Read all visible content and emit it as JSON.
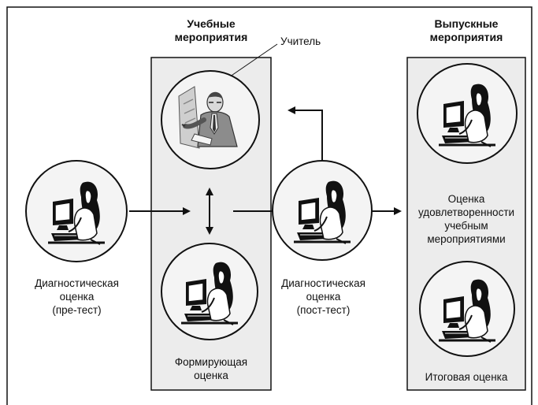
{
  "columns": {
    "learning": {
      "title_line1": "Учебные",
      "title_line2": "мероприятия"
    },
    "final": {
      "title_line1": "Выпускные",
      "title_line2": "мероприятия"
    }
  },
  "teacher_label": "Учитель",
  "nodes": {
    "diagnostic_pre": {
      "line1": "Диагностическая",
      "line2": "оценка",
      "line3": "(пре-тест)"
    },
    "formative": {
      "line1": "Формирующая",
      "line2": "оценка"
    },
    "diagnostic_post": {
      "line1": "Диагностическая",
      "line2": "оценка",
      "line3": "(пост-тест)"
    },
    "satisfaction": {
      "line1": "Оценка",
      "line2": "удовлетворенности",
      "line3": "учебным",
      "line4": "мероприятиями"
    },
    "final_assessment": {
      "line1": "Итоговая оценка"
    }
  },
  "icons": {
    "teacher": "teacher-at-board-icon",
    "learner": "learner-at-computer-icon"
  },
  "colors": {
    "panel_fill": "#ececec",
    "circle_fill": "#f4f4f4",
    "stroke": "#111111"
  }
}
